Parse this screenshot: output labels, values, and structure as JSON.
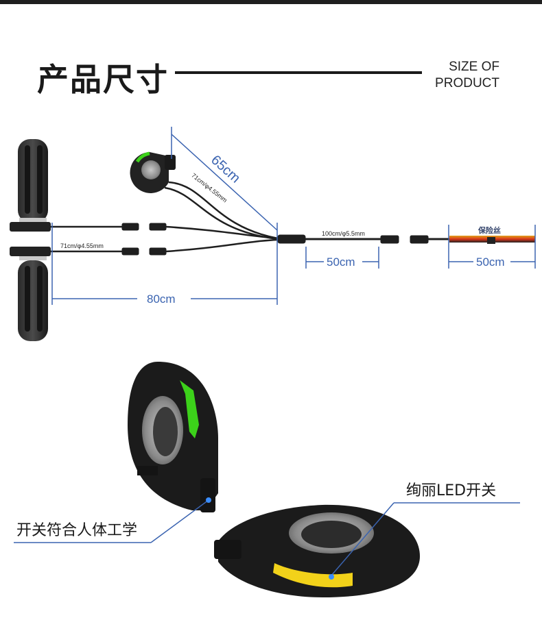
{
  "header": {
    "title": "产品尺寸",
    "subtitle_line1": "SIZE OF",
    "subtitle_line2": "PRODUCT"
  },
  "dimensions": {
    "throttle_cable_length": "65cm",
    "throttle_cable_spec": "71cm/φ4.55mm",
    "grip_cable_spec": "71cm/φ4.55mm",
    "total_length": "80cm",
    "main_cable_spec": "100cm/φ5.5mm",
    "main_cable_length": "50cm",
    "fuse_cable_length": "50cm",
    "fuse_label": "保险丝"
  },
  "callouts": {
    "ergonomic_switch": "开关符合人体工学",
    "led_switch": "绚丽LED开关"
  },
  "colors": {
    "dimension_blue": "#3a63b0",
    "led_green": "#3cd11a",
    "led_yellow": "#f2d21a",
    "body_black": "#1b1b1b"
  }
}
